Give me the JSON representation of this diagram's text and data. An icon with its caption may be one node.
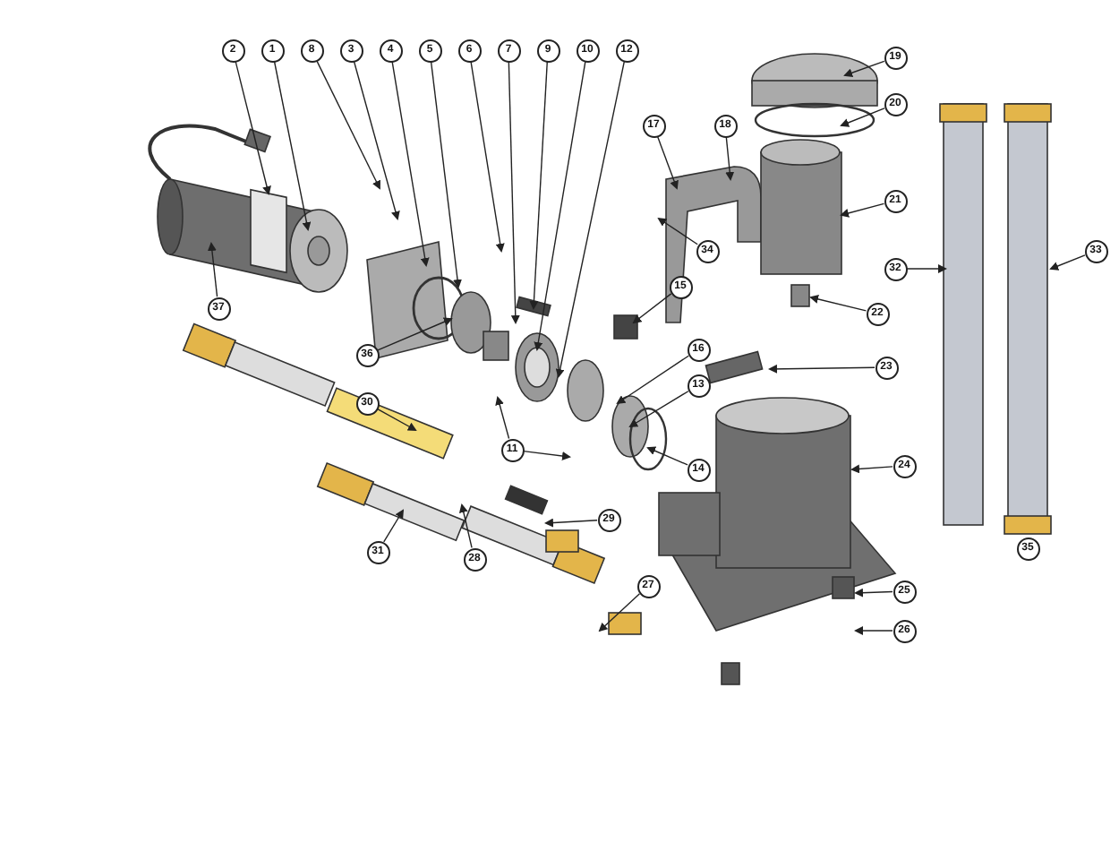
{
  "diagram": {
    "nodes": [
      {
        "text": [
          "19"
        ]
      },
      {
        "text": [
          "20"
        ]
      },
      {
        "text": [
          "2"
        ]
      },
      {
        "text": [
          "17"
        ]
      },
      {
        "text": [
          "18"
        ]
      },
      {
        "text": [
          "8"
        ]
      },
      {
        "text": [
          "1"
        ]
      },
      {
        "text": [
          "3"
        ]
      },
      {
        "text": [
          "21"
        ]
      },
      {
        "text": [
          "6"
        ]
      },
      {
        "text": [
          "34"
        ]
      },
      {
        "text": [
          "4"
        ]
      },
      {
        "text": [
          "5"
        ]
      },
      {
        "text": [
          "32"
        ]
      },
      {
        "text": [
          "33"
        ]
      },
      {
        "text": [
          "7"
        ]
      },
      {
        "text": [
          "9"
        ]
      },
      {
        "text": [
          "37"
        ]
      },
      {
        "text": [
          "36"
        ]
      },
      {
        "text": [
          "15"
        ]
      },
      {
        "text": [
          "22"
        ]
      },
      {
        "text": [
          "10"
        ]
      },
      {
        "text": [
          "12"
        ]
      },
      {
        "text": [
          "23"
        ]
      },
      {
        "text": [
          "16"
        ]
      },
      {
        "text": [
          "13"
        ]
      },
      {
        "text": [
          "14"
        ]
      },
      {
        "text": [
          "30"
        ]
      },
      {
        "text": [
          "11"
        ]
      },
      {
        "text": [
          "24"
        ]
      },
      {
        "text": [
          "28"
        ]
      },
      {
        "text": [
          "29"
        ]
      },
      {
        "text": [
          "31"
        ]
      },
      {
        "text": [
          "25"
        ]
      },
      {
        "text": [
          "27"
        ]
      },
      {
        "text": [
          "26"
        ]
      },
      {
        "text": [
          "35"
        ]
      }
    ],
    "edges": [
      {
        "from": 0,
        "to": null,
        "arrow": "to"
      },
      {
        "from": 1,
        "to": null,
        "arrow": "to"
      },
      {
        "from": 2,
        "to": null,
        "arrow": "to"
      },
      {
        "from": 3,
        "to": null,
        "arrow": "to"
      },
      {
        "from": 4,
        "to": null,
        "arrow": "to"
      },
      {
        "from": 5,
        "to": null,
        "arrow": "to"
      },
      {
        "from": 6,
        "to": null,
        "arrow": "to"
      },
      {
        "from": 7,
        "to": null,
        "arrow": "to"
      },
      {
        "from": 8,
        "to": null,
        "arrow": "to"
      },
      {
        "from": 9,
        "to": null,
        "arrow": "to"
      },
      {
        "from": 10,
        "to": null,
        "arrow": "to"
      },
      {
        "from": 11,
        "to": null,
        "arrow": "to"
      },
      {
        "from": 12,
        "to": null,
        "arrow": "to"
      },
      {
        "from": 13,
        "to": null,
        "arrow": "to"
      },
      {
        "from": 14,
        "to": null,
        "arrow": "to"
      },
      {
        "from": 15,
        "to": null,
        "arrow": "to"
      },
      {
        "from": 16,
        "to": null,
        "arrow": "to"
      },
      {
        "from": 17,
        "to": null,
        "arrow": "to"
      },
      {
        "from": 18,
        "to": null,
        "arrow": "to"
      },
      {
        "from": 19,
        "to": null,
        "arrow": "to"
      },
      {
        "from": 20,
        "to": null,
        "arrow": "to"
      },
      {
        "from": 21,
        "to": null,
        "arrow": "to"
      },
      {
        "from": 22,
        "to": null,
        "arrow": "to"
      },
      {
        "from": 23,
        "to": null,
        "arrow": "to"
      },
      {
        "from": 24,
        "to": null,
        "arrow": "to"
      },
      {
        "from": 25,
        "to": null,
        "arrow": "to"
      },
      {
        "from": 26,
        "to": null,
        "arrow": "to"
      },
      {
        "from": 27,
        "to": null,
        "arrow": "to"
      },
      {
        "from": 28,
        "to": null,
        "arrow": "to"
      },
      {
        "from": 28,
        "to": null,
        "arrow": "to"
      },
      {
        "from": 29,
        "to": null,
        "arrow": "to"
      },
      {
        "from": 30,
        "to": null,
        "arrow": "to"
      },
      {
        "from": 31,
        "to": null,
        "arrow": "to"
      },
      {
        "from": 32,
        "to": null,
        "arrow": "to"
      },
      {
        "from": 33,
        "to": null,
        "arrow": "to"
      },
      {
        "from": 34,
        "to": null,
        "arrow": "to"
      },
      {
        "from": 35,
        "to": null,
        "arrow": "to"
      }
    ]
  }
}
